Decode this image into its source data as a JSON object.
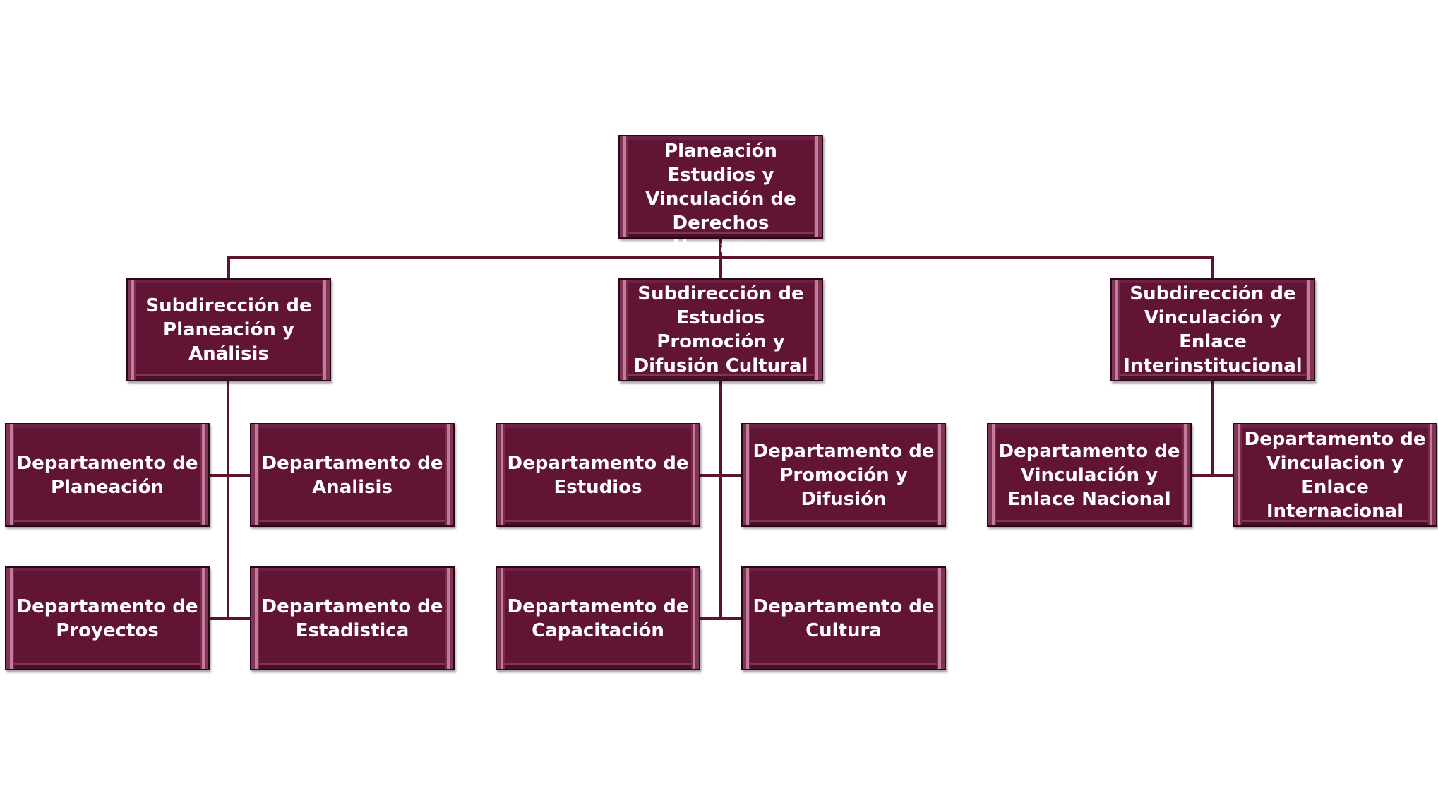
{
  "diagram": {
    "type": "org-chart",
    "colors": {
      "node_fill": "#611434",
      "node_text": "#ffffff",
      "connector": "#5f1332",
      "background": "#ffffff"
    },
    "root": {
      "id": "direccion",
      "label": "Dirección de Planeación Estudios y Vinculación de Derechos Humanos"
    },
    "subdirecciones": [
      {
        "id": "sub-planeacion",
        "label": "Subdirección de Planeación y Análisis",
        "departamentos": [
          {
            "id": "dep-planeacion",
            "label": "Departamento de Planeación"
          },
          {
            "id": "dep-analisis",
            "label": "Departamento de Analisis"
          },
          {
            "id": "dep-proyectos",
            "label": "Departamento de Proyectos"
          },
          {
            "id": "dep-estadistica",
            "label": "Departamento de Estadistica"
          }
        ]
      },
      {
        "id": "sub-estudios",
        "label": "Subdirección de Estudios Promoción y Difusión Cultural",
        "departamentos": [
          {
            "id": "dep-estudios",
            "label": "Departamento de Estudios"
          },
          {
            "id": "dep-promocion",
            "label": "Departamento de Promoción y Difusión"
          },
          {
            "id": "dep-capacitacion",
            "label": "Departamento de Capacitación"
          },
          {
            "id": "dep-cultura",
            "label": "Departamento de Cultura"
          }
        ]
      },
      {
        "id": "sub-vinculacion",
        "label": "Subdirección de Vinculación y Enlace Interinstitucional",
        "departamentos": [
          {
            "id": "dep-vinc-nacional",
            "label": "Departamento de Vinculación y Enlace Nacional"
          },
          {
            "id": "dep-vinc-internacional",
            "label": "Departamento de Vinculacion y Enlace Internacional"
          }
        ]
      }
    ]
  }
}
